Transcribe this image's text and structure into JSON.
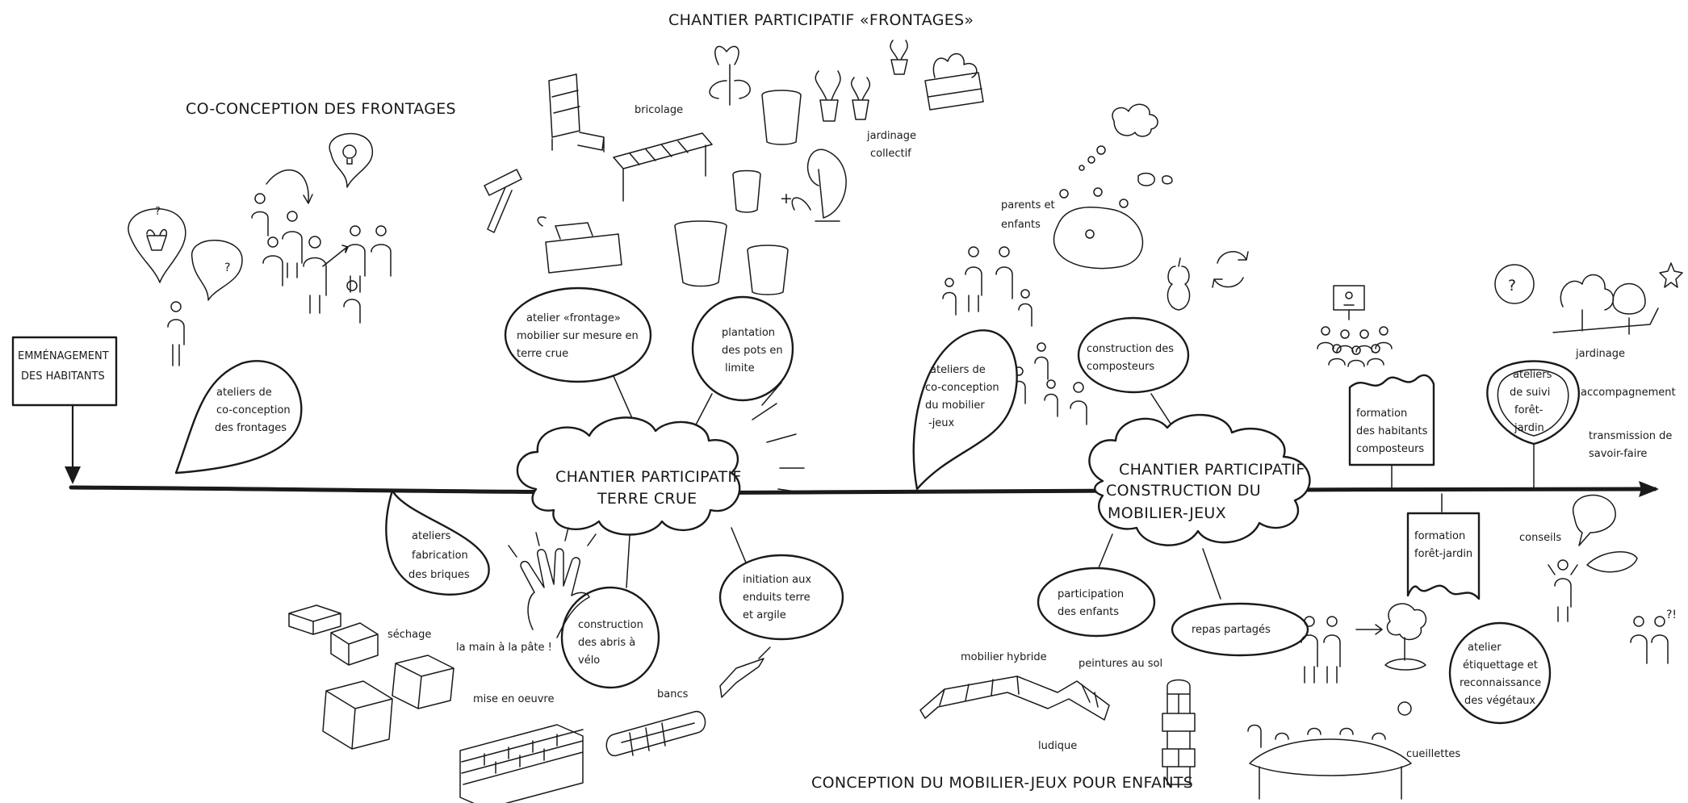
{
  "titles": {
    "chantier_frontages": "CHANTIER PARTICIPATIF «FRONTAGES»",
    "co_conception": "CO-CONCEPTION DES FRONTAGES",
    "conception_mobilier": "CONCEPTION DU MOBILIER-JEUX POUR ENFANTS"
  },
  "start_sign": [
    "EMMÉNAGEMENT",
    "DES HABITANTS"
  ],
  "clouds": {
    "terre_crue": [
      "CHANTIER PARTICIPATIF",
      "TERRE CRUE"
    ],
    "mobilier": [
      "CHANTIER PARTICIPATIF",
      "CONSTRUCTION DU",
      "MOBILIER-JEUX"
    ]
  },
  "bubbles": {
    "ateliers_co_conception": [
      "ateliers de",
      "co-conception",
      "des frontages"
    ],
    "ateliers_fabrication": [
      "ateliers",
      "fabrication",
      "des briques"
    ],
    "atelier_frontage": [
      "atelier «frontage»",
      "mobilier sur mesure en",
      "terre crue"
    ],
    "plantation": [
      "plantation",
      "des pots en",
      "limite"
    ],
    "construction_abris": [
      "construction",
      "des abris à",
      "vélo"
    ],
    "initiation_enduits": [
      "initiation aux",
      "enduits terre",
      "et argile"
    ],
    "ateliers_mobilier": [
      "ateliers de",
      "co-conception",
      "du mobilier",
      "-jeux"
    ],
    "construction_composteurs": [
      "construction des",
      "composteurs"
    ],
    "participation_enfants": [
      "participation",
      "des enfants"
    ],
    "repas_partages": [
      "repas partagés"
    ],
    "formation_composteurs": [
      "formation",
      "des habitants",
      "composteurs"
    ],
    "formation_foret": [
      "formation",
      "forêt-jardin"
    ],
    "ateliers_suivi": [
      "ateliers",
      "de suivi",
      "forêt-",
      "jardin"
    ],
    "atelier_etiquettage": [
      "atelier",
      "étiquettage et",
      "reconnaissance",
      "des végétaux"
    ]
  },
  "annotations": {
    "bricolage": "bricolage",
    "jardinage_collectif": [
      "jardinage",
      "collectif"
    ],
    "parents_enfants": [
      "parents et",
      "enfants"
    ],
    "sechage": "séchage",
    "main_pate": "la main à la pâte !",
    "mise_oeuvre": "mise en oeuvre",
    "bancs": "bancs",
    "mobilier_hybride": "mobilier hybride",
    "peintures_sol": "peintures au sol",
    "ludique": "ludique",
    "jardinage": "jardinage",
    "accompagnement": "accompagnement",
    "transmission": [
      "transmission de",
      "savoir-faire"
    ],
    "conseils": "conseils",
    "cueillettes": "cueillettes"
  },
  "icons": [
    "lightbulb-icon",
    "question-icon",
    "flower-pot-icon",
    "chair-icon",
    "bench-icon",
    "hammer-icon",
    "toolbox-icon",
    "recycle-arrows-icon",
    "apple-core-icon",
    "hand-icon",
    "trowel-icon",
    "brick-icon",
    "thought-cloud-icon",
    "tree-icon",
    "star-icon",
    "hopscotch-icon"
  ]
}
